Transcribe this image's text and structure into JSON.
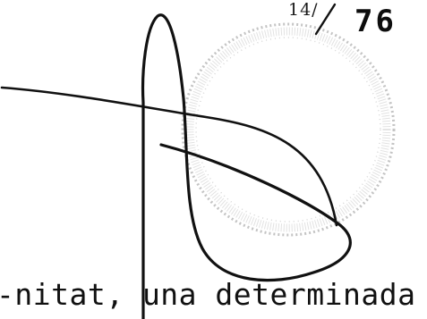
{
  "page": {
    "folio_handwritten": "14/",
    "folio_printed": "76",
    "body_line": "-nitat, una determinada e"
  },
  "stamp": {
    "color": "#bdbdbd",
    "ink_color": "#111111"
  }
}
